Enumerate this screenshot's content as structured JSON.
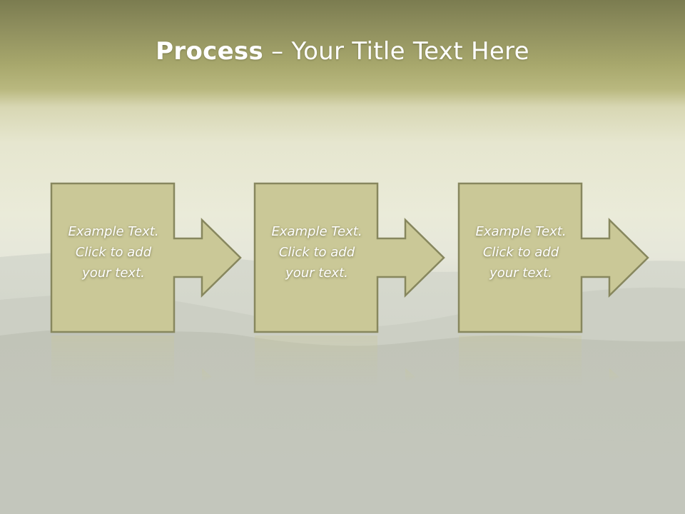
{
  "slide": {
    "title_bold": "Process",
    "title_rest": " – Your Title Text Here",
    "steps": [
      {
        "text": "Example Text.\nClick  to add\nyour text."
      },
      {
        "text": "Example Text.\nClick  to add\nyour text."
      },
      {
        "text": "Example Text.\nClick  to add\nyour text."
      }
    ]
  },
  "colors": {
    "box_fill": "#cac897",
    "box_border": "#87875e",
    "title_text": "#ffffff"
  }
}
